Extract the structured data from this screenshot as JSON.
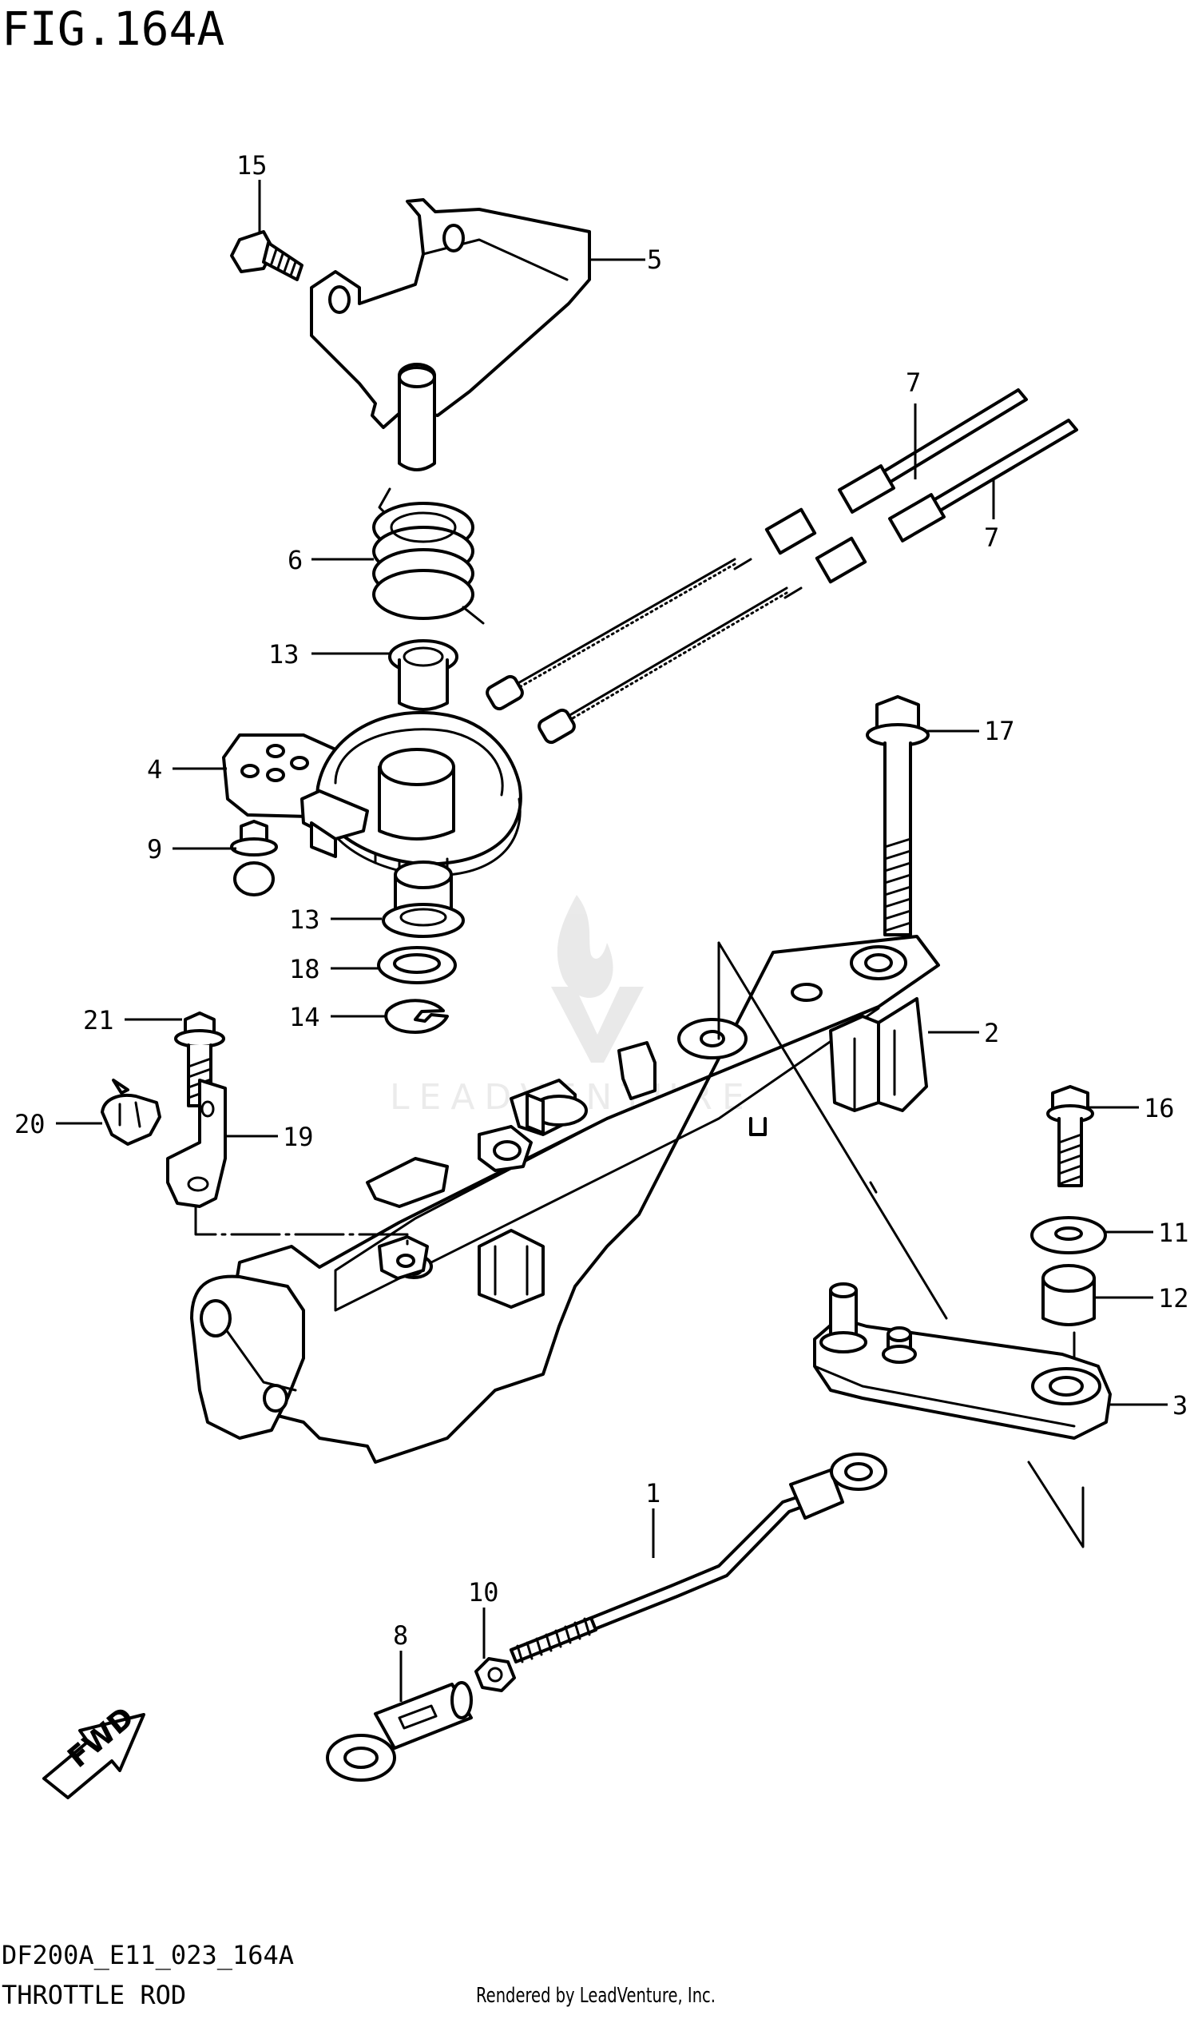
{
  "figure_title": "FIG.164A",
  "diagram_code": "DF200A_E11_023_164A",
  "diagram_name": "THROTTLE ROD",
  "rendered_by": "Rendered by LeadVenture, Inc.",
  "watermark": "LEADVENTURE",
  "fwd_label": "FWD",
  "callouts": {
    "c1": "1",
    "c2": "2",
    "c3": "3",
    "c4": "4",
    "c5": "5",
    "c6": "6",
    "c7a": "7",
    "c7b": "7",
    "c8": "8",
    "c9": "9",
    "c10": "10",
    "c11": "11",
    "c12": "12",
    "c13a": "13",
    "c13b": "13",
    "c14": "14",
    "c15": "15",
    "c16": "16",
    "c17": "17",
    "c18": "18",
    "c19": "19",
    "c20": "20",
    "c21": "21"
  }
}
